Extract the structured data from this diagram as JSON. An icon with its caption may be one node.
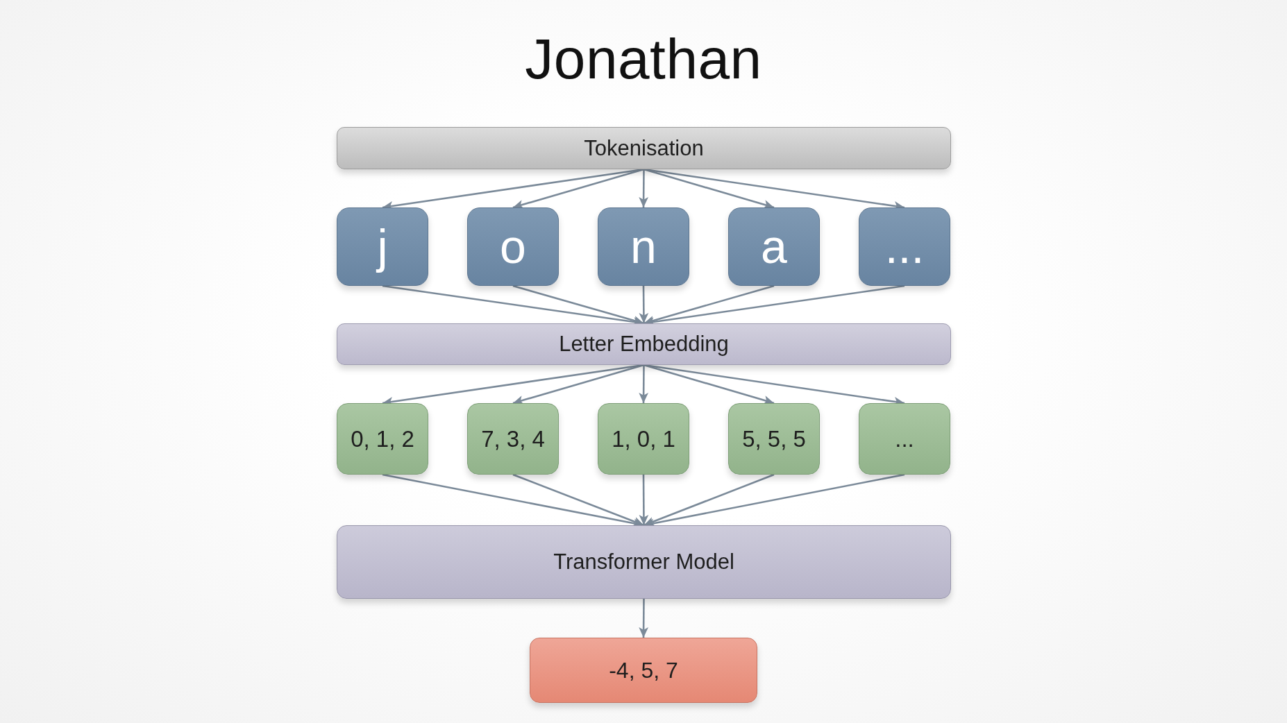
{
  "diagram": {
    "title": "Jonathan",
    "nodes": [
      {
        "text": [
          "Tokenisation"
        ]
      },
      {
        "text": [
          "j"
        ]
      },
      {
        "text": [
          "o"
        ]
      },
      {
        "text": [
          "n"
        ]
      },
      {
        "text": [
          "a"
        ]
      },
      {
        "text": [
          "..."
        ]
      },
      {
        "text": [
          "Letter Embedding"
        ]
      },
      {
        "text": [
          "0, 1, 2"
        ]
      },
      {
        "text": [
          "7, 3, 4"
        ]
      },
      {
        "text": [
          "1, 0, 1"
        ]
      },
      {
        "text": [
          "5, 5, 5"
        ]
      },
      {
        "text": [
          "..."
        ]
      },
      {
        "text": [
          "Transformer Model"
        ]
      },
      {
        "text": [
          "-4, 5, 7"
        ]
      }
    ],
    "edges": [
      {
        "from": 0,
        "to": 1,
        "arrow": "to"
      },
      {
        "from": 0,
        "to": 2,
        "arrow": "to"
      },
      {
        "from": 0,
        "to": 3,
        "arrow": "to"
      },
      {
        "from": 0,
        "to": 4,
        "arrow": "to"
      },
      {
        "from": 0,
        "to": 5,
        "arrow": "to"
      },
      {
        "from": 1,
        "to": 6,
        "arrow": "to"
      },
      {
        "from": 2,
        "to": 6,
        "arrow": "to"
      },
      {
        "from": 3,
        "to": 6,
        "arrow": "to"
      },
      {
        "from": 4,
        "to": 6,
        "arrow": "to"
      },
      {
        "from": 5,
        "to": 6,
        "arrow": "to"
      },
      {
        "from": 6,
        "to": 7,
        "arrow": "to"
      },
      {
        "from": 6,
        "to": 8,
        "arrow": "to"
      },
      {
        "from": 6,
        "to": 9,
        "arrow": "to"
      },
      {
        "from": 6,
        "to": 10,
        "arrow": "to"
      },
      {
        "from": 6,
        "to": 11,
        "arrow": "to"
      },
      {
        "from": 7,
        "to": 12,
        "arrow": "to"
      },
      {
        "from": 8,
        "to": 12,
        "arrow": "to"
      },
      {
        "from": 9,
        "to": 12,
        "arrow": "to"
      },
      {
        "from": 10,
        "to": 12,
        "arrow": "to"
      },
      {
        "from": 11,
        "to": 12,
        "arrow": "to"
      },
      {
        "from": 12,
        "to": 13,
        "arrow": "to"
      }
    ]
  }
}
